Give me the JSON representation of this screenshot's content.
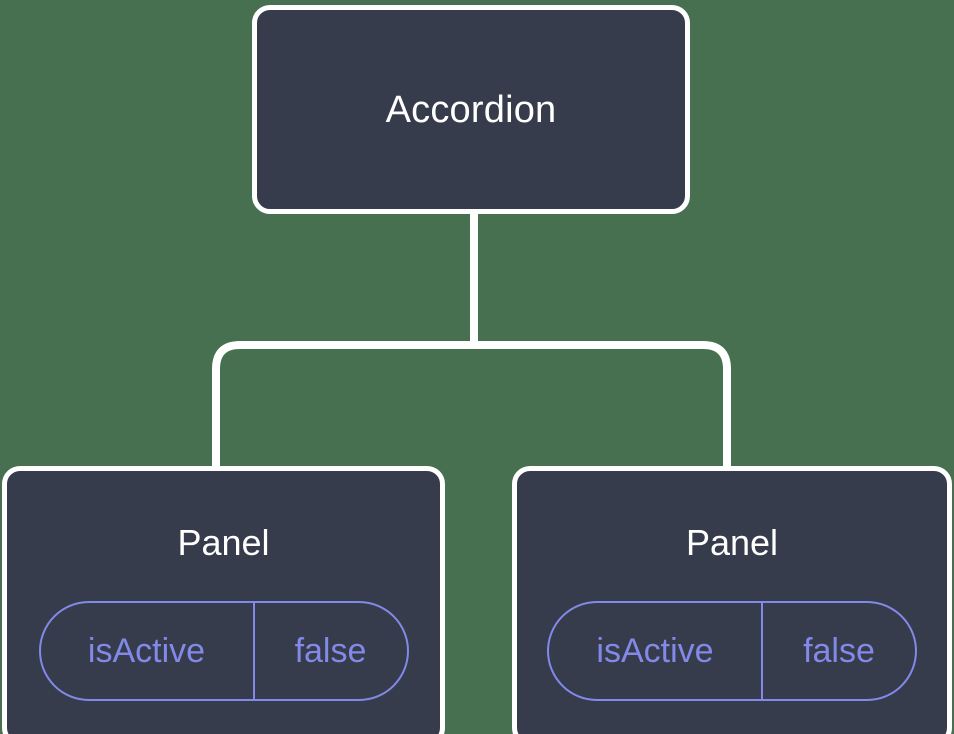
{
  "theme": {
    "background_color": "#477050",
    "node_fill_color": "#363c4b",
    "node_border_color": "#ffffff",
    "connector_color": "#ffffff",
    "prop_accent_color": "#8289e8"
  },
  "diagram": {
    "type": "component-tree",
    "root": {
      "label": "Accordion"
    },
    "children": [
      {
        "label": "Panel",
        "props": [
          {
            "key": "isActive",
            "value": "false"
          }
        ]
      },
      {
        "label": "Panel",
        "props": [
          {
            "key": "isActive",
            "value": "false"
          }
        ]
      }
    ]
  }
}
